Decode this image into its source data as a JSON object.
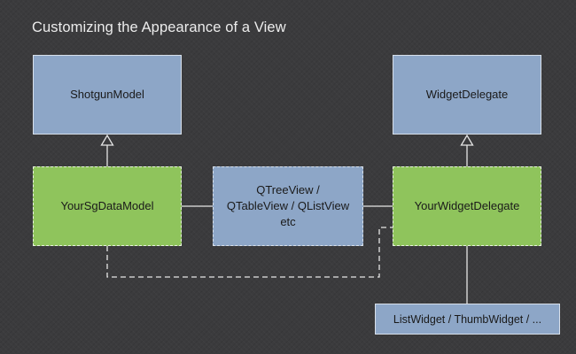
{
  "title": "Customizing the Appearance of a View",
  "nodes": {
    "shotgun_model": "ShotgunModel",
    "widget_delegate": "WidgetDelegate",
    "your_sg_data_model": "YourSgDataModel",
    "views": "QTreeView /\nQTableView / QListView\netc",
    "your_widget_delegate": "YourWidgetDelegate",
    "list_widget": "ListWidget / ThumbWidget / ..."
  },
  "colors": {
    "background": "#3b3b3d",
    "blue_box": "#8da6c7",
    "green_box": "#8fc45c",
    "line": "#e6e6e6"
  }
}
